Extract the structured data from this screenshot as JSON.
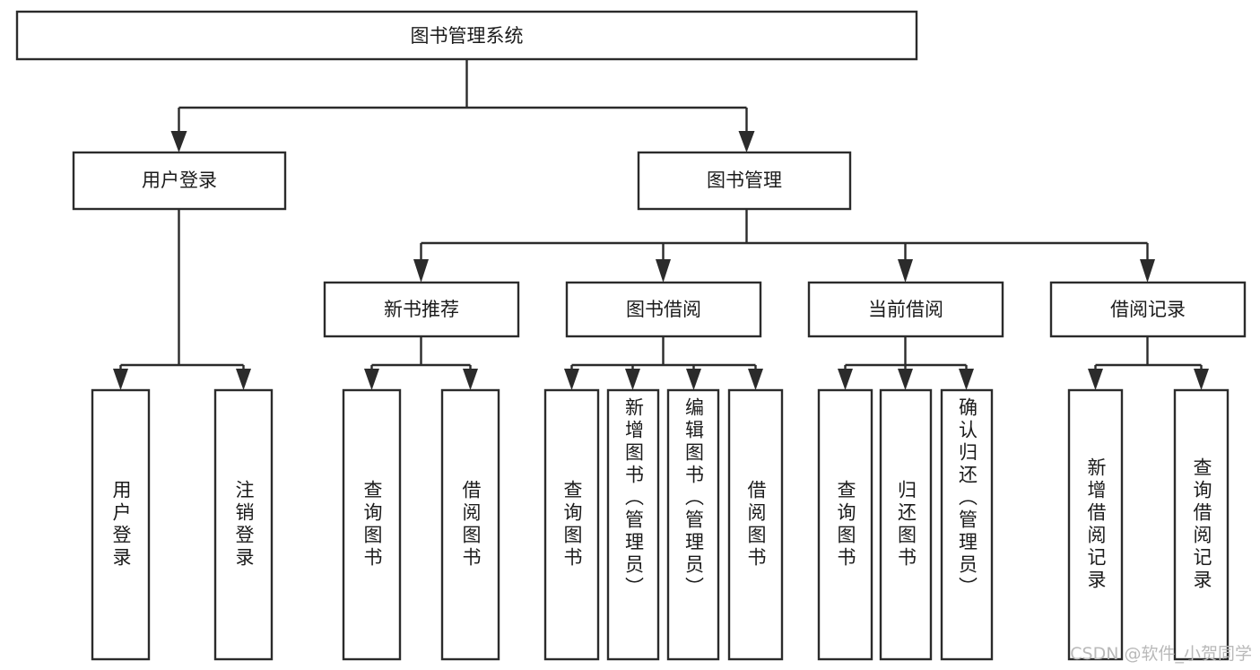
{
  "diagram": {
    "type": "tree-hierarchy",
    "title": "图书管理系统",
    "orientation": "top-down",
    "levels": 4,
    "root": {
      "id": "root",
      "label": "图书管理系统",
      "text_direction": "horizontal"
    },
    "level2": [
      {
        "id": "user-login",
        "label": "用户登录",
        "text_direction": "horizontal"
      },
      {
        "id": "book-manage",
        "label": "图书管理",
        "text_direction": "horizontal"
      }
    ],
    "level3": [
      {
        "id": "new-book-recommend",
        "label": "新书推荐",
        "parent": "book-manage",
        "text_direction": "horizontal"
      },
      {
        "id": "book-borrow",
        "label": "图书借阅",
        "parent": "book-manage",
        "text_direction": "horizontal"
      },
      {
        "id": "current-borrow",
        "label": "当前借阅",
        "parent": "book-manage",
        "text_direction": "horizontal"
      },
      {
        "id": "borrow-record",
        "label": "借阅记录",
        "parent": "book-manage",
        "text_direction": "horizontal"
      }
    ],
    "leaves": [
      {
        "id": "leaf-user-login",
        "label": "用户登录",
        "parent": "user-login",
        "text_direction": "vertical"
      },
      {
        "id": "leaf-logout-login",
        "label": "注销登录",
        "parent": "user-login",
        "text_direction": "vertical"
      },
      {
        "id": "leaf-query-book-1",
        "label": "查询图书",
        "parent": "new-book-recommend",
        "text_direction": "vertical"
      },
      {
        "id": "leaf-borrow-book-1",
        "label": "借阅图书",
        "parent": "new-book-recommend",
        "text_direction": "vertical"
      },
      {
        "id": "leaf-query-book-2",
        "label": "查询图书",
        "parent": "book-borrow",
        "text_direction": "vertical"
      },
      {
        "id": "leaf-add-book-admin",
        "label": "新增图书（管理员）",
        "parent": "book-borrow",
        "text_direction": "vertical"
      },
      {
        "id": "leaf-edit-book-admin",
        "label": "编辑图书（管理员）",
        "parent": "book-borrow",
        "text_direction": "vertical"
      },
      {
        "id": "leaf-borrow-book-2",
        "label": "借阅图书",
        "parent": "book-borrow",
        "text_direction": "vertical"
      },
      {
        "id": "leaf-query-book-3",
        "label": "查询图书",
        "parent": "current-borrow",
        "text_direction": "vertical"
      },
      {
        "id": "leaf-return-book",
        "label": "归还图书",
        "parent": "current-borrow",
        "text_direction": "vertical"
      },
      {
        "id": "leaf-confirm-return-admin",
        "label": "确认归还（管理员）",
        "parent": "current-borrow",
        "text_direction": "vertical"
      },
      {
        "id": "leaf-add-borrow-record",
        "label": "新增借阅记录",
        "parent": "borrow-record",
        "text_direction": "vertical"
      },
      {
        "id": "leaf-query-borrow-record",
        "label": "查询借阅记录",
        "parent": "borrow-record",
        "text_direction": "vertical"
      }
    ]
  },
  "watermark": {
    "text": "CSDN @软件_小贺同学"
  },
  "colors": {
    "stroke": "#2b2b2b",
    "box_fill": "#ffffff",
    "text": "#1b1b1b",
    "background": "#ffffff",
    "watermark": "#b9b9b9"
  }
}
